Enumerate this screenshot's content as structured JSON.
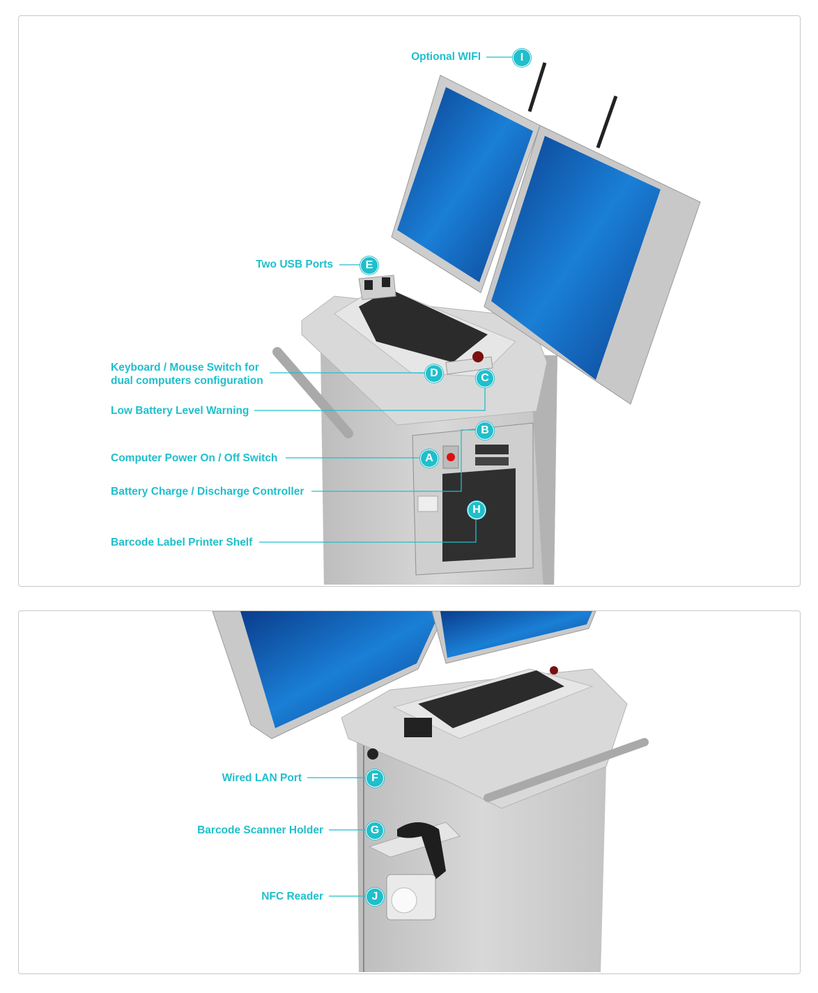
{
  "accent_color": "#1fbfcc",
  "top_view": {
    "callouts": [
      {
        "letter": "I",
        "label": "Optional WIFI"
      },
      {
        "letter": "E",
        "label": "Two USB Ports"
      },
      {
        "letter": "D",
        "label_line1": "Keyboard / Mouse Switch for",
        "label_line2": "dual computers configuration"
      },
      {
        "letter": "C",
        "label": "Low Battery Level Warning"
      },
      {
        "letter": "A",
        "label": "Computer Power On / Off Switch"
      },
      {
        "letter": "B",
        "label": "Battery Charge / Discharge Controller"
      },
      {
        "letter": "H",
        "label": "Barcode Label Printer Shelf"
      }
    ]
  },
  "side_view": {
    "callouts": [
      {
        "letter": "F",
        "label": "Wired LAN Port"
      },
      {
        "letter": "G",
        "label": "Barcode Scanner Holder"
      },
      {
        "letter": "J",
        "label": "NFC Reader"
      }
    ]
  }
}
